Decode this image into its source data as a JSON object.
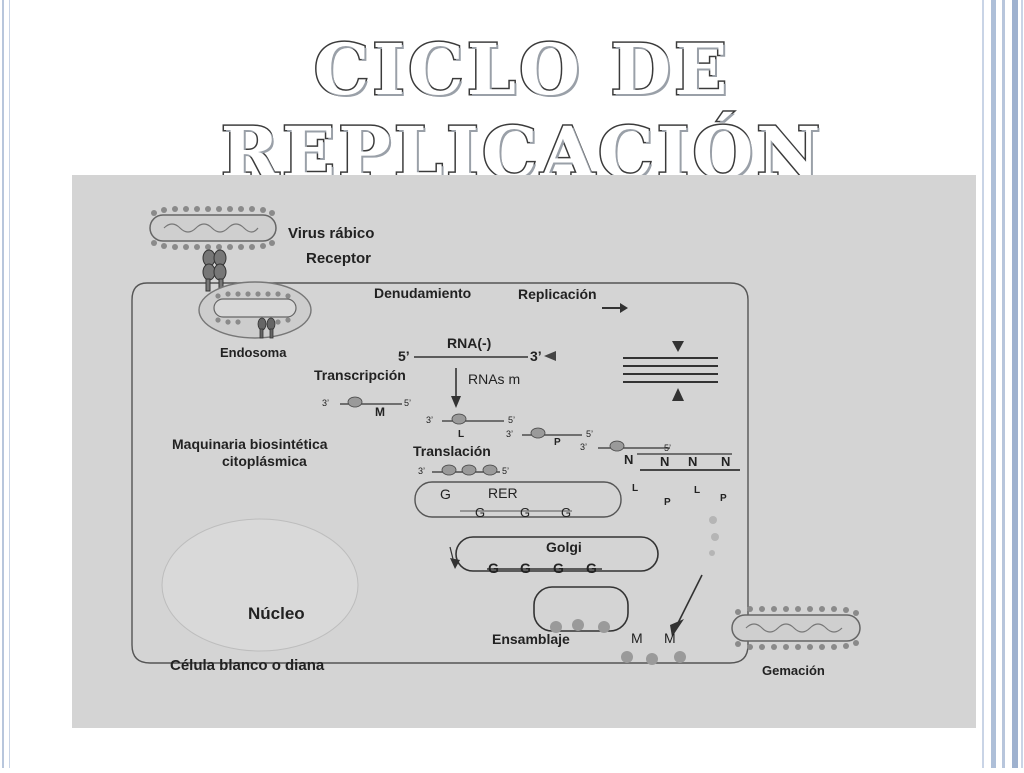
{
  "slide": {
    "title": "CICLO DE REPLICACIÓN"
  },
  "diagram": {
    "virus_label": "Virus rábico",
    "receptor_label": "Receptor",
    "denudamiento_label": "Denudamiento",
    "replicacion_label": "Replicación",
    "endosoma_label": "Endosoma",
    "rna_label": "RNA(-)",
    "five_prime_big": "5’",
    "three_prime_big": "3’",
    "transcripcion_label": "Transcripción",
    "rnas_label": "RNAs m",
    "maquinaria_line1": "Maquinaria biosintética",
    "maquinaria_line2": "citoplásmica",
    "translacion_label": "Translación",
    "nucleo_label": "Núcleo",
    "celula_label": "Célula blanco o diana",
    "gemacion_label": "Gemación",
    "ensamblaje_label": "Ensamblaje",
    "golgi_label": "Golgi",
    "rer_label": "RER",
    "three_prime": "3’",
    "five_prime": "5’",
    "protein_m": "M",
    "protein_l": "L",
    "protein_p": "P",
    "protein_n": "N",
    "protein_g": "G",
    "colors": {
      "background": "#d4d4d4",
      "ink": "#222222",
      "frame": "#b8c6dc"
    }
  }
}
